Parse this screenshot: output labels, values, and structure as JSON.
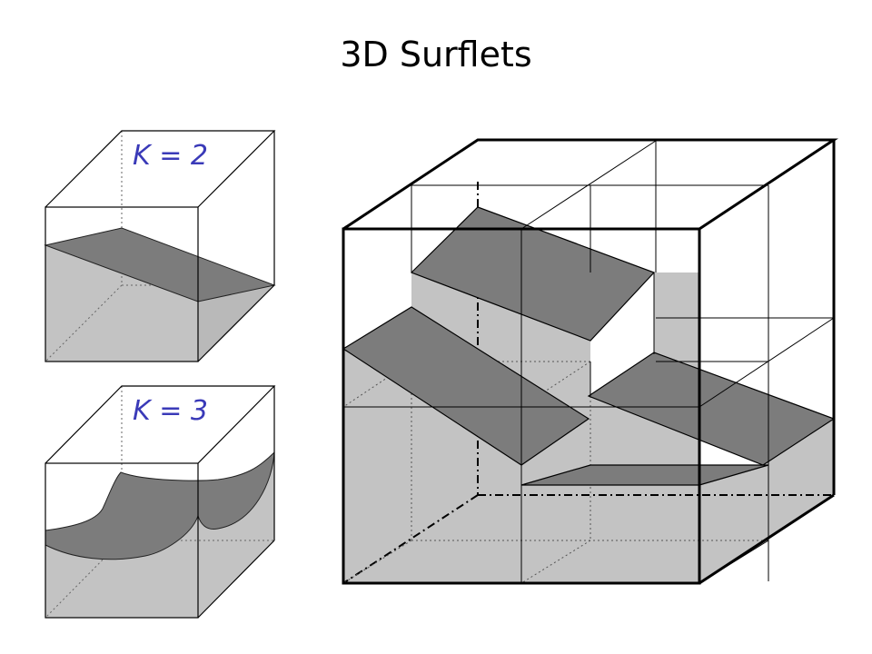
{
  "title": "3D Surflets",
  "small_cubes": [
    {
      "label": "K = 2"
    },
    {
      "label": "K = 3"
    }
  ],
  "colors": {
    "label": "#3a3ab8",
    "surface": "#7c7c7c",
    "volume": "#c3c3c3",
    "edge": "#000000",
    "background": "#ffffff"
  }
}
